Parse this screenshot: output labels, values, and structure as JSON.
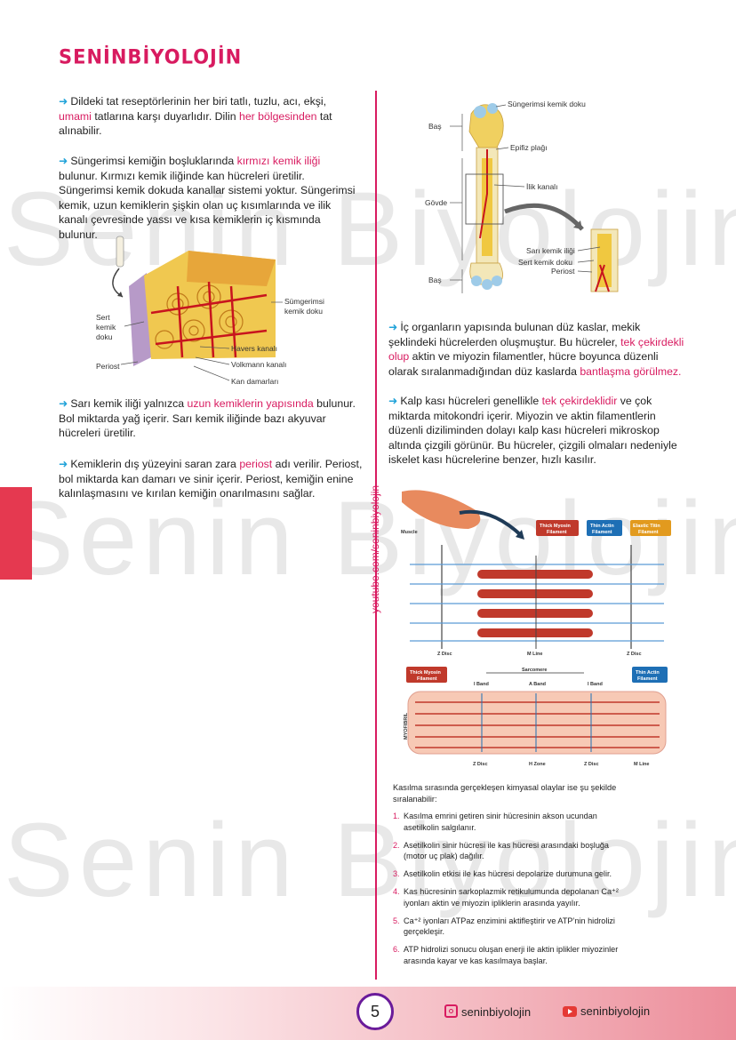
{
  "brand": "SENİNBİYOLOJİN",
  "watermark": "Senin Biyolojin",
  "side_text": "youtube.com/seninbiyolojin",
  "left": {
    "p1": {
      "a": "Dildeki tat reseptörlerinin her biri tatlı, tuzlu, acı, ekşi,",
      "h1": "umami",
      "b": " tatlarına karşı duyarlıdır. Dilin ",
      "h2": "her bölgesinden",
      "c": " tat alınabilir."
    },
    "p2": {
      "a": "Süngerimsi kemiğin boşluklarında ",
      "h1": "kırmızı kemik iliği",
      "b": " bulunur. Kırmızı kemik iliğinde kan hücreleri üretilir. Süngerimsi kemik dokuda kanallar sistemi yoktur. Süngerimsi kemik, uzun kemiklerin şişkin olan uç kısımlarında ve ilik kanalı çevresinde yassı ve kısa kemiklerin iç kısmında bulunur."
    },
    "fig1": {
      "sumgerimsi": "Sümgerimsi",
      "kemik_doku": "kemik doku",
      "sert": "Sert",
      "kemik": "kemik",
      "doku": "doku",
      "periost": "Periost",
      "havers": "Havers kanalı",
      "volkmann": "Volkmann kanalı",
      "kan": "Kan damarları"
    },
    "p3": {
      "a": "Sarı kemik iliği yalnızca ",
      "h1": "uzun kemiklerin yapısında",
      "b": " bulunur. Bol miktarda yağ içerir. Sarı kemik iliğinde bazı akyuvar hücreleri üretilir."
    },
    "p4": {
      "a": "Kemiklerin dış yüzeyini saran zara ",
      "h1": "periost",
      "b": " adı verilir. Periost, bol miktarda kan damarı ve sinir içerir. Periost, kemiğin enine kalınlaşmasını ve kırılan kemiğin onarılmasını sağlar."
    }
  },
  "right": {
    "fig2": {
      "sungerimsi": "Süngerimsi kemik doku",
      "bas1": "Baş",
      "epifiz": "Epifiz plağı",
      "ilik": "İlik kanalı",
      "govde": "Gövde",
      "sari": "Sarı kemik iliği",
      "sert": "Sert kemik doku",
      "periost": "Periost",
      "bas2": "Baş"
    },
    "p5": {
      "a": "İç organların yapısında bulunan düz kaslar, mekik şeklindeki hücrelerden oluşmuştur. Bu hücreler, ",
      "h1": "tek çekirdekli olup",
      "b": " aktin ve miyozin filamentler, hücre boyunca düzenli olarak sıralanmadığından düz kaslarda ",
      "h2": "bantlaşma görülmez."
    },
    "p6": {
      "a": "Kalp kası hücreleri genellikle ",
      "h1": "tek çekirdeklidir",
      "b": " ve çok miktarda mitokondri içerir. Miyozin ve aktin filamentlerin düzenli diziliminden dolayı kalp kası hücreleri mikroskop altında çizgili görünür. Bu hücreler, çizgili olmaları nedeniyle iskelet kası hücrelerine benzer, hızlı kasılır."
    },
    "fig3": {
      "muscle": "Muscle",
      "thick1": "Thick Myosin",
      "thick2": "Filament",
      "thin1": "Thin Actin",
      "thin2": "Filament",
      "elastic1": "Elastic Titin",
      "elastic2": "Filament",
      "zdisc": "Z Disc",
      "mline": "M Line",
      "sarcomere": "Sarcomere",
      "iband": "I Band",
      "aband": "A Band",
      "hzone": "H Zone",
      "myofibril": "MYOFIBRIL"
    },
    "intro": "Kasılma sırasında gerçekleşen kimyasal olaylar ise şu şekilde sıralanabilir:",
    "steps": [
      {
        "num": "1.",
        "text": "Kasılma emrini getiren sinir hücresinin akson ucundan asetilkolin salgılanır."
      },
      {
        "num": "2.",
        "text": "Asetilkolin sinir hücresi ile kas hücresi arasındaki boşluğa (motor uç plak) dağılır."
      },
      {
        "num": "3.",
        "text": "Asetilkolin etkisi ile kas hücresi depolarize durumuna gelir."
      },
      {
        "num": "4.",
        "text": "Kas hücresinin sarkoplazmik retikulumunda depolanan Ca⁺² iyonları aktin ve miyozin ipliklerin arasında yayılır."
      },
      {
        "num": "5.",
        "text": "Ca⁺² iyonları ATPaz enzimini aktifleştirir ve ATP’nin hidrolizi gerçekleşir."
      },
      {
        "num": "6.",
        "text": "ATP hidrolizi sonucu oluşan enerji ile aktin iplikler miyozinler arasında kayar ve kas kasılmaya başlar."
      }
    ]
  },
  "footer": {
    "page": "5",
    "instagram": "seninbiyolojin",
    "youtube": "seninbiyolojin"
  }
}
